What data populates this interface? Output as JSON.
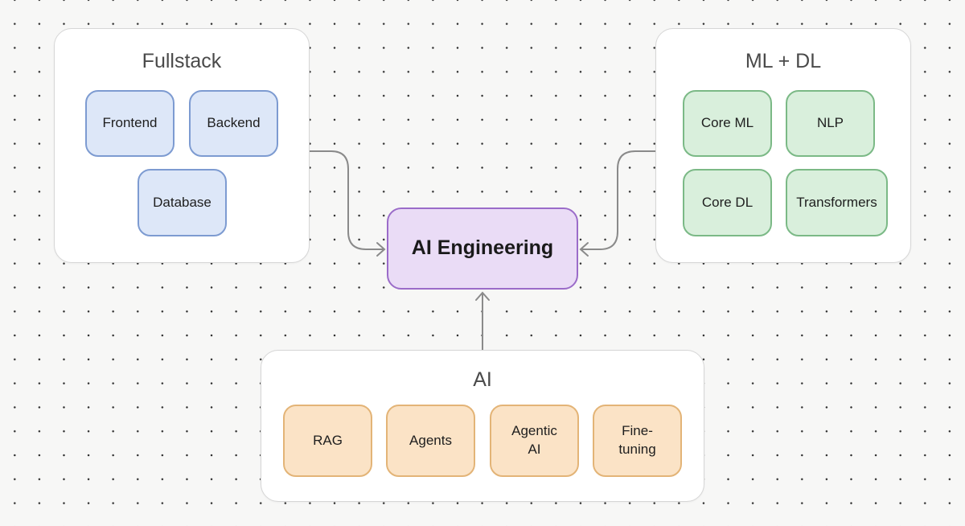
{
  "center": {
    "label": "AI Engineering",
    "color": "#9b6cc9"
  },
  "groups": {
    "fullstack": {
      "title": "Fullstack",
      "color": "#7d9bd1",
      "items": [
        "Frontend",
        "Backend",
        "Database"
      ]
    },
    "mldl": {
      "title": "ML + DL",
      "color": "#7bb986",
      "items": [
        "Core ML",
        "NLP",
        "Core DL",
        "Transformers"
      ]
    },
    "ai": {
      "title": "AI",
      "color": "#e3b477",
      "items": [
        "RAG",
        "Agents",
        "Agentic\nAI",
        "Fine-\ntuning"
      ]
    }
  },
  "edges": [
    {
      "from": "Fullstack",
      "to": "AI Engineering"
    },
    {
      "from": "ML + DL",
      "to": "AI Engineering"
    },
    {
      "from": "AI",
      "to": "AI Engineering"
    }
  ]
}
